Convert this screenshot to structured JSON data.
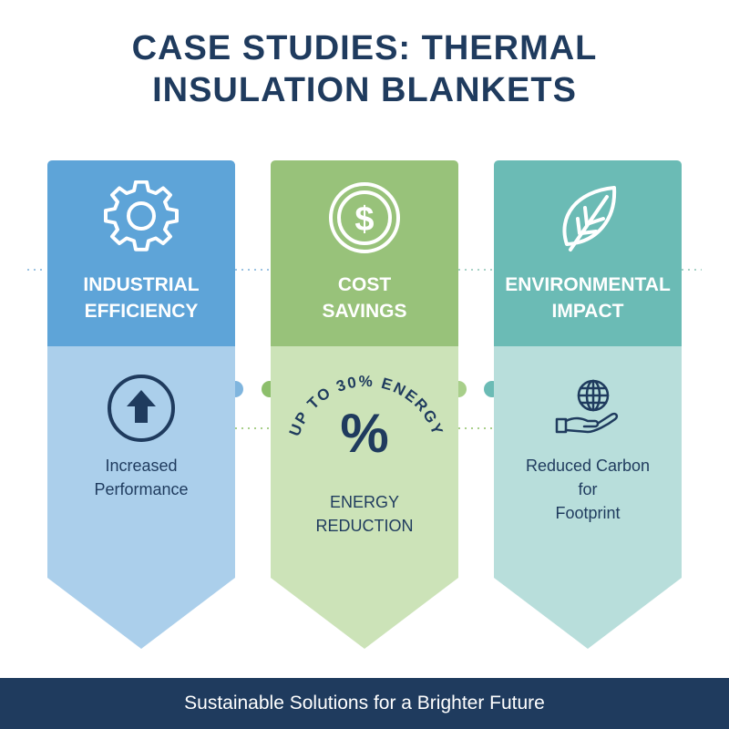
{
  "title": {
    "line1": "CASE STUDIES: THERMAL",
    "line2": "INSULATION BLANKETS"
  },
  "cards": [
    {
      "title_line1": "INDUSTRIAL",
      "title_line2": "EFFICIENCY",
      "top_icon": "gear-icon",
      "body_icon": "arrow-up-circle-icon",
      "text_line1": "Increased",
      "text_line2": "Performance",
      "head_color": "#5ea4d8",
      "body_color": "#abcfeb"
    },
    {
      "title_line1": "COST",
      "title_line2": "SAVINGS",
      "top_icon": "dollar-coin-icon",
      "curved_text": "UP TO 30% ENERGY",
      "percent_symbol": "%",
      "text_line1": "ENERGY",
      "text_line2": "REDUCTION",
      "head_color": "#98c27a",
      "body_color": "#cce3b8"
    },
    {
      "title_line1": "ENVIRONMENTAL",
      "title_line2": "IMPACT",
      "top_icon": "leaf-icon",
      "body_icon": "globe-hand-icon",
      "text_line1": "Reduced Carbon",
      "text_line2": "for",
      "text_line3": "Footprint",
      "head_color": "#6bbbb5",
      "body_color": "#b8dedb"
    }
  ],
  "footer": {
    "text": "Sustainable Solutions for a Brighter Future"
  },
  "colors": {
    "navy": "#1f3b5e",
    "white": "#ffffff"
  }
}
